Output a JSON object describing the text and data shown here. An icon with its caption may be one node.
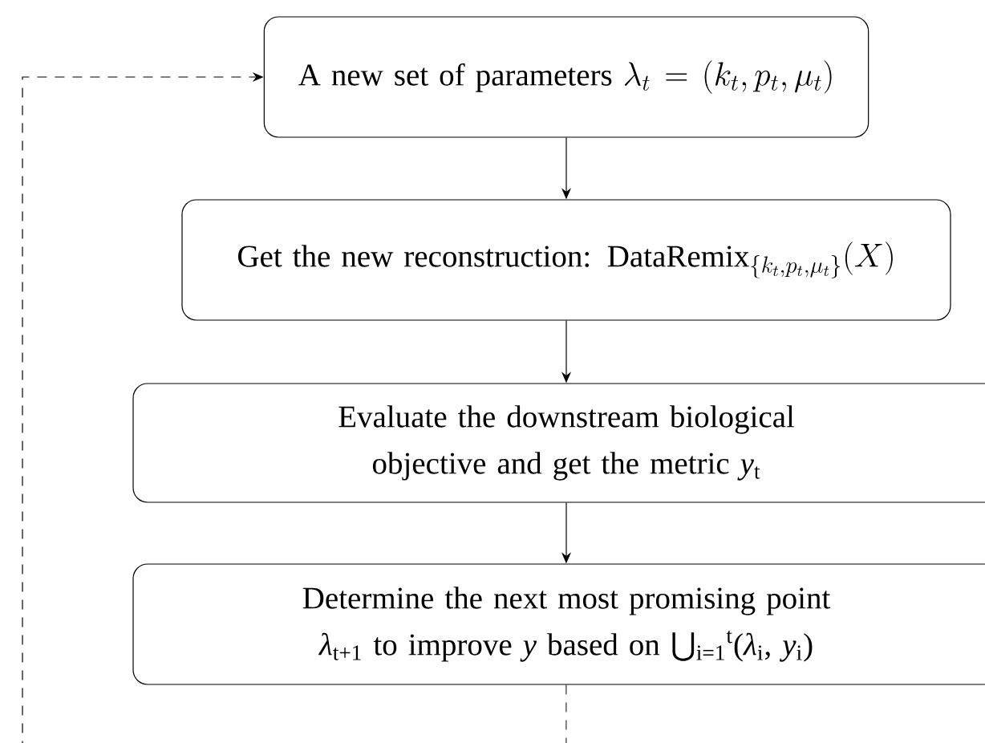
{
  "diagram": {
    "nodes": [
      {
        "text": [
          "\\text{A new set of parameters }\\lambda_t=(k_t,p_t,\\mu_t)"
        ]
      },
      {
        "text": [
          "\\text{Get the new reconstruction: }\\mathrm{DataRemix}_{\\{k_t,p_t,\\mu_t\\}}(X)"
        ]
      },
      {
        "text": [
          "Evaluate the downstream biological objective and get the metric *y*$_{t}$"
        ]
      },
      {
        "text": [
          "Determine the next most promising point *λ*$_{t+1}$ to improve *y* based on ⋃$_{i=1}$$^{t}$(*λ*$_{i}$, *y*$_{i}$)"
        ]
      }
    ],
    "edges": [
      {
        "from": 0,
        "to": 1,
        "arrow": "to"
      },
      {
        "from": 1,
        "to": 2,
        "arrow": "to"
      },
      {
        "from": 2,
        "to": 3,
        "arrow": "to"
      },
      {
        "from": 3,
        "to": 0,
        "arrow": "to",
        "style": "dashed"
      }
    ]
  }
}
